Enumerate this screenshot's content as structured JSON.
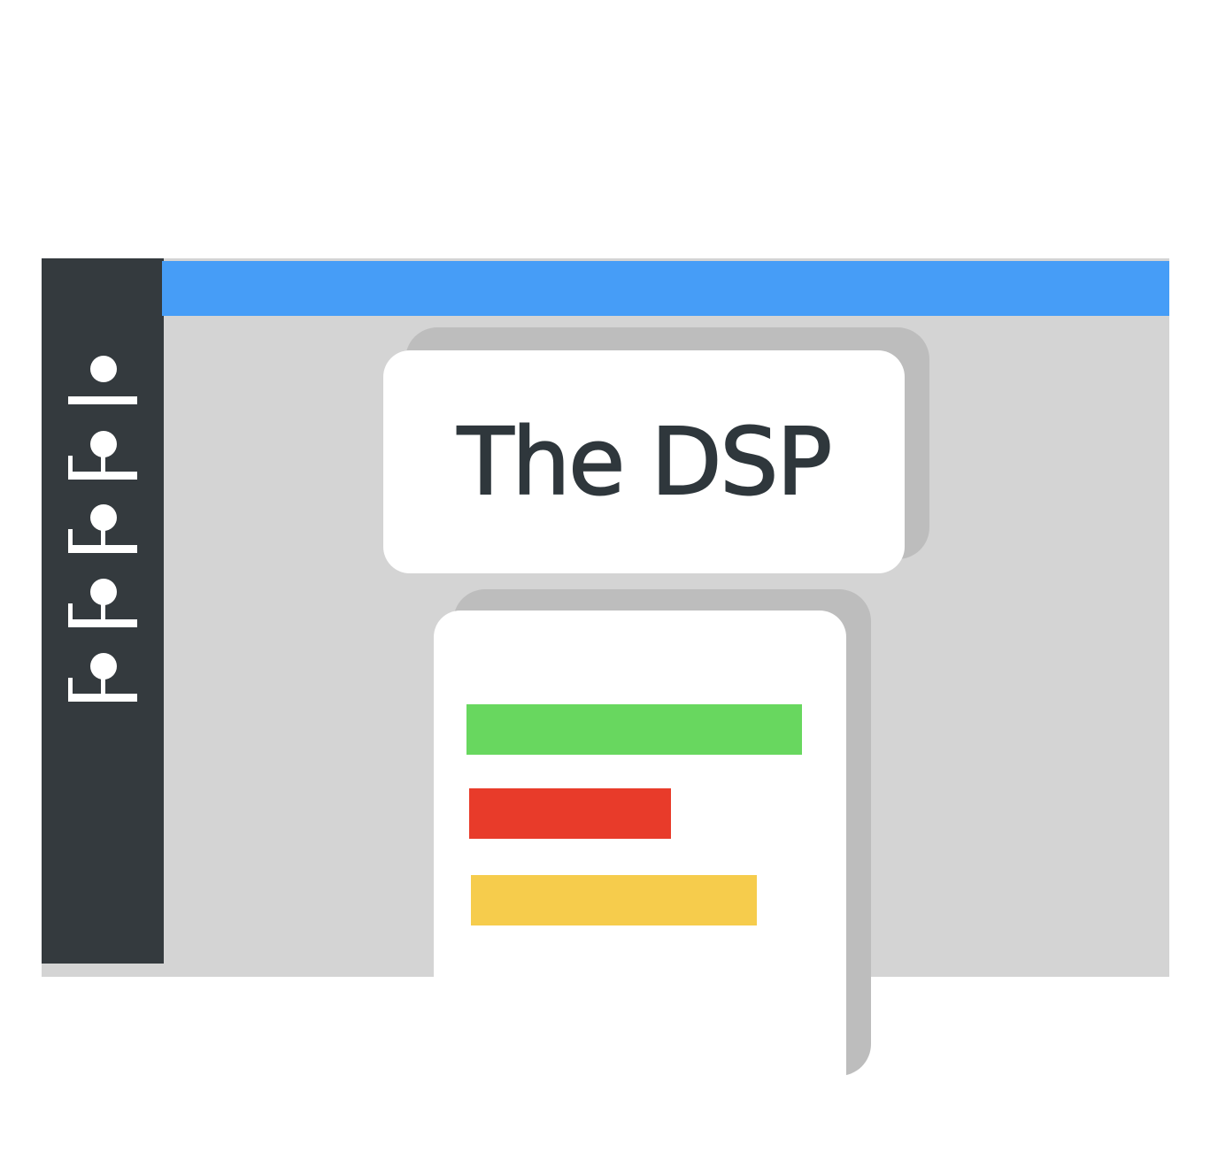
{
  "title_card": {
    "title": "The DSP"
  },
  "sidebar": {
    "items": [
      {
        "icon": "list-item-icon"
      },
      {
        "icon": "list-item-icon"
      },
      {
        "icon": "list-item-icon"
      },
      {
        "icon": "list-item-icon"
      },
      {
        "icon": "list-item-icon"
      }
    ]
  },
  "colors": {
    "sidebar": "#343a3e",
    "topbar": "#469df7",
    "background": "#d4d4d4",
    "bar_green": "#68d75f",
    "bar_red": "#e83b2a",
    "bar_yellow": "#f6cc4c"
  },
  "document": {
    "bars": [
      {
        "color": "#68d75f",
        "level": 1.0
      },
      {
        "color": "#e83b2a",
        "level": 0.6
      },
      {
        "color": "#f6cc4c",
        "level": 0.85
      }
    ]
  }
}
